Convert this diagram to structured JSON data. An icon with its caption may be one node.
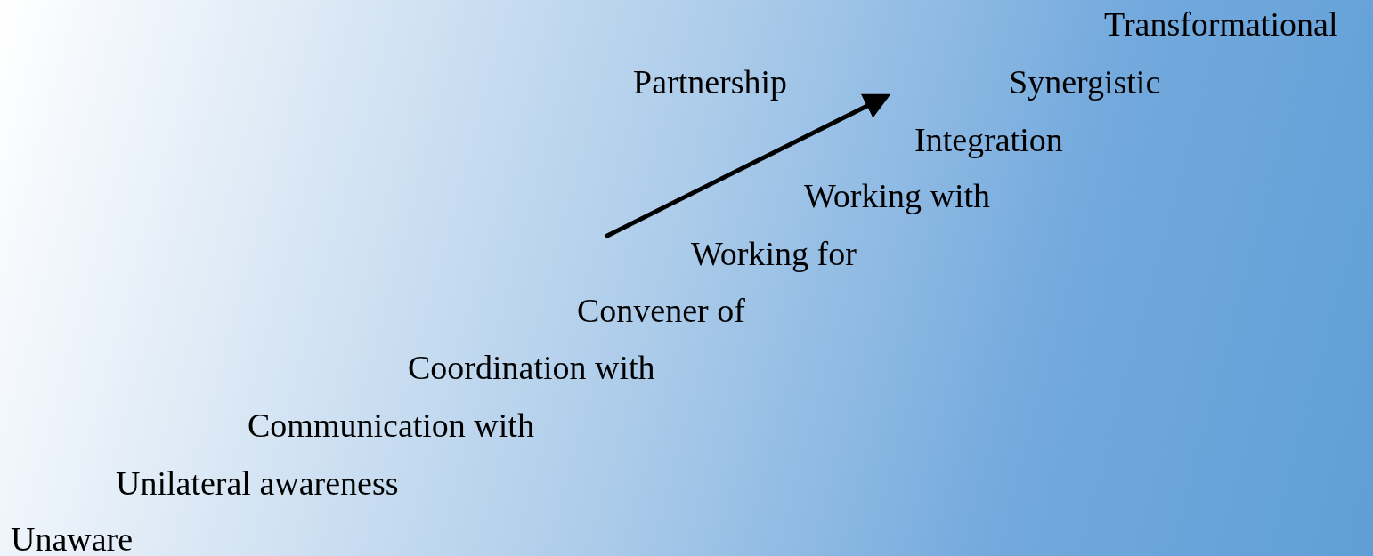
{
  "diagram": {
    "labels": [
      "Transformational",
      "Partnership",
      "Synergistic",
      "Integration",
      "Working with",
      "Working for",
      "Convener of",
      "Coordination with",
      "Communication with",
      "Unilateral awareness",
      "Unaware"
    ]
  }
}
